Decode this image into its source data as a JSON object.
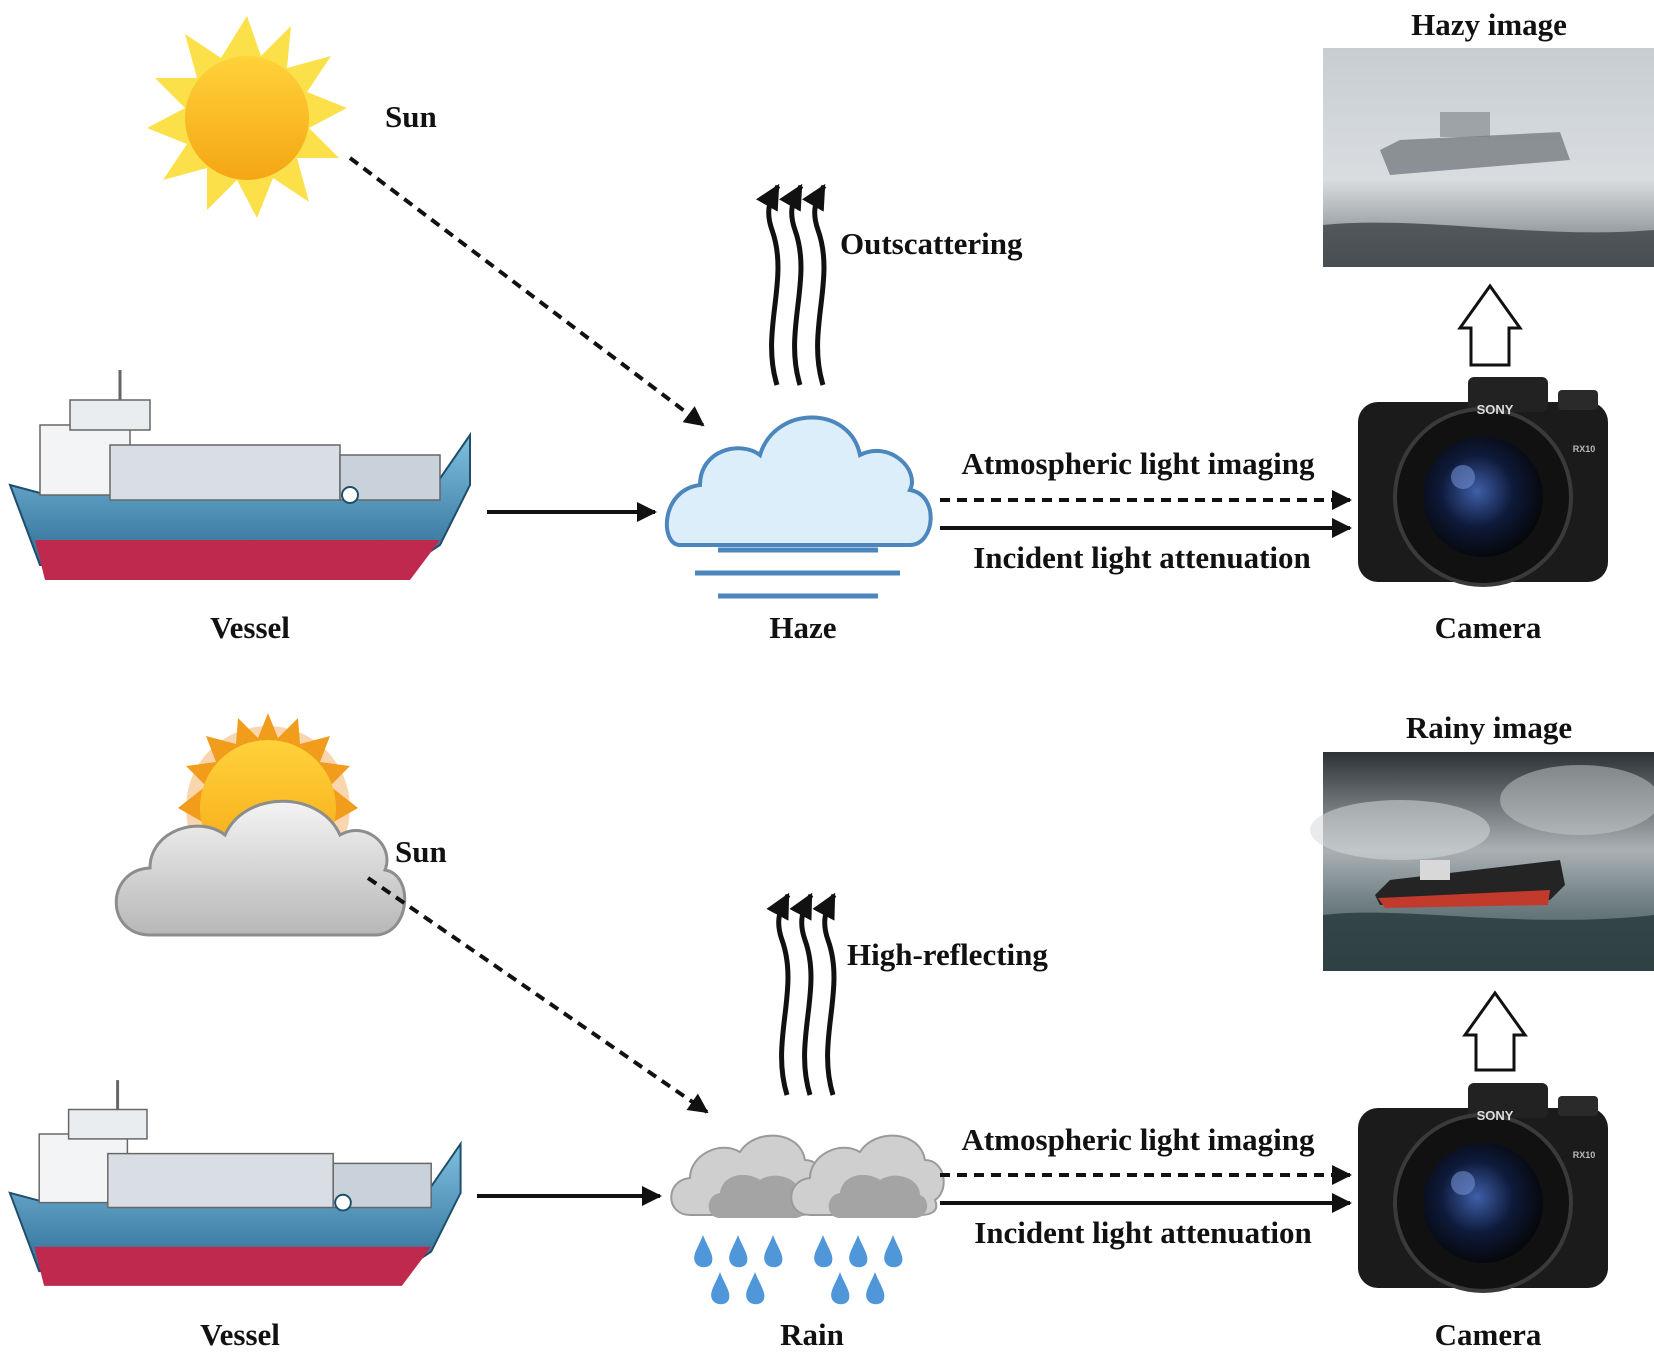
{
  "top_panel": {
    "sun_label": "Sun",
    "outscatter_label": "Outscattering",
    "vessel_label": "Vessel",
    "medium_label": "Haze",
    "camera_label": "Camera",
    "atmospheric_label": "Atmospheric light imaging",
    "incident_label": "Incident light attenuation",
    "result_title": "Hazy image",
    "camera_brand": "SONY",
    "camera_model": "RX10"
  },
  "bottom_panel": {
    "sun_label": "Sun",
    "reflect_label": "High-reflecting",
    "vessel_label": "Vessel",
    "medium_label": "Rain",
    "camera_label": "Camera",
    "atmospheric_label": "Atmospheric light imaging",
    "incident_label": "Incident light attenuation",
    "result_title": "Rainy image",
    "camera_brand": "SONY",
    "camera_model": "RX10"
  },
  "colors": {
    "sun_yellow": "#f9c21a",
    "sun_ray": "#fbe04a",
    "haze_fill": "#dceefa",
    "haze_stroke": "#4b86bd",
    "rain_drop": "#4f97d8",
    "hull_blue": "#4a90b8",
    "hull_red": "#c0294e",
    "camera_body": "#1b1b1b",
    "arrow": "#111111"
  }
}
